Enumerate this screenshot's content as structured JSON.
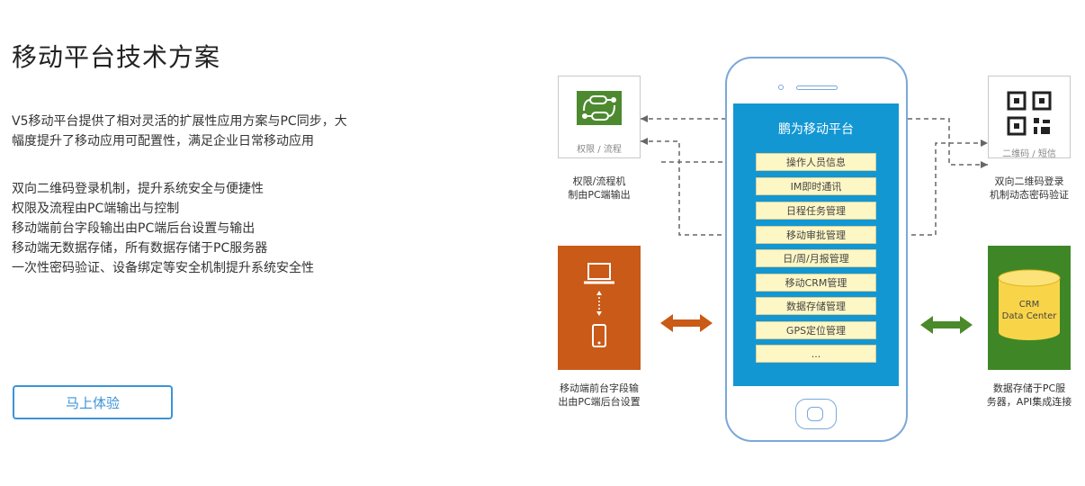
{
  "page": {
    "title": "移动平台技术方案",
    "intro": "V5移动平台提供了相对灵活的扩展性应用方案与PC同步，大幅度提升了移动应用可配置性，满足企业日常移动应用",
    "features": [
      "双向二维码登录机制，提升系统安全与便捷性",
      "权限及流程由PC端输出与控制",
      "移动端前台字段输出由PC端后台设置与输出",
      "移动端无数据存储，所有数据存储于PC服务器",
      "一次性密码验证、设备绑定等安全机制提升系统安全性"
    ],
    "cta_label": "马上体验"
  },
  "diagram": {
    "phone_title": "鹏为移动平台",
    "menu_items": [
      "操作人员信息",
      "IM即时通讯",
      "日程任务管理",
      "移动审批管理",
      "日/周/月报管理",
      "移动CRM管理",
      "数据存储管理",
      "GPS定位管理",
      "..."
    ],
    "top_left": {
      "card_label": "权限 / 流程",
      "caption_line1": "权限/流程机",
      "caption_line2": "制由PC端输出"
    },
    "top_right": {
      "card_label": "二维码 / 短信",
      "caption_line1": "双向二维码登录",
      "caption_line2": "机制动态密码验证"
    },
    "bottom_left": {
      "caption_line1": "移动端前台字段输",
      "caption_line2": "出由PC端后台设置"
    },
    "bottom_right": {
      "db_line1": "CRM",
      "db_line2": "Data Center",
      "caption_line1": "数据存储于PC服",
      "caption_line2": "务器，API集成连接"
    },
    "colors": {
      "phone_screen": "#1297d3",
      "menu_item": "#fdf6c5",
      "orange_panel": "#c95a17",
      "green_panel": "#3f8726",
      "green_icon": "#4d8a2f",
      "arrow_orange": "#c95a17",
      "arrow_green": "#4a8a2a",
      "cta_border": "#3d93d6"
    }
  }
}
